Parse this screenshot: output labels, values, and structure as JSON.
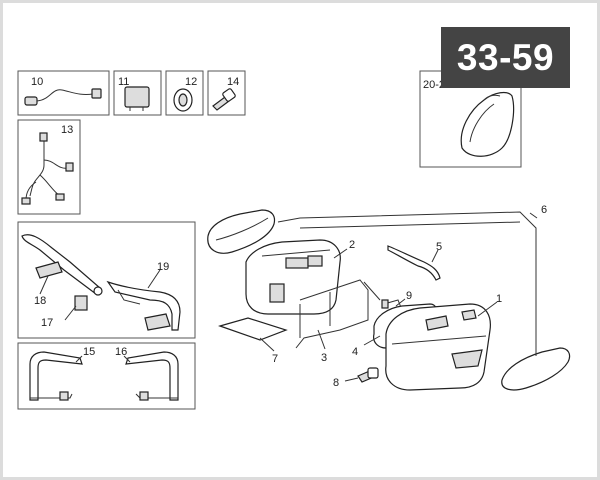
{
  "page_code": "33-59",
  "labels": {
    "p1": "1",
    "p2": "2",
    "p3": "3",
    "p4": "4",
    "p5": "5",
    "p6": "6",
    "p7": "7",
    "p8": "8",
    "p9": "9",
    "p10": "10",
    "p11": "11",
    "p12": "12",
    "p13": "13",
    "p14": "14",
    "p15": "15",
    "p16": "16",
    "p17": "17",
    "p18": "18",
    "p19": "19",
    "p20": "20-21"
  },
  "colors": {
    "badge_bg": "#444444",
    "badge_text": "#ffffff",
    "line": "#333333"
  }
}
